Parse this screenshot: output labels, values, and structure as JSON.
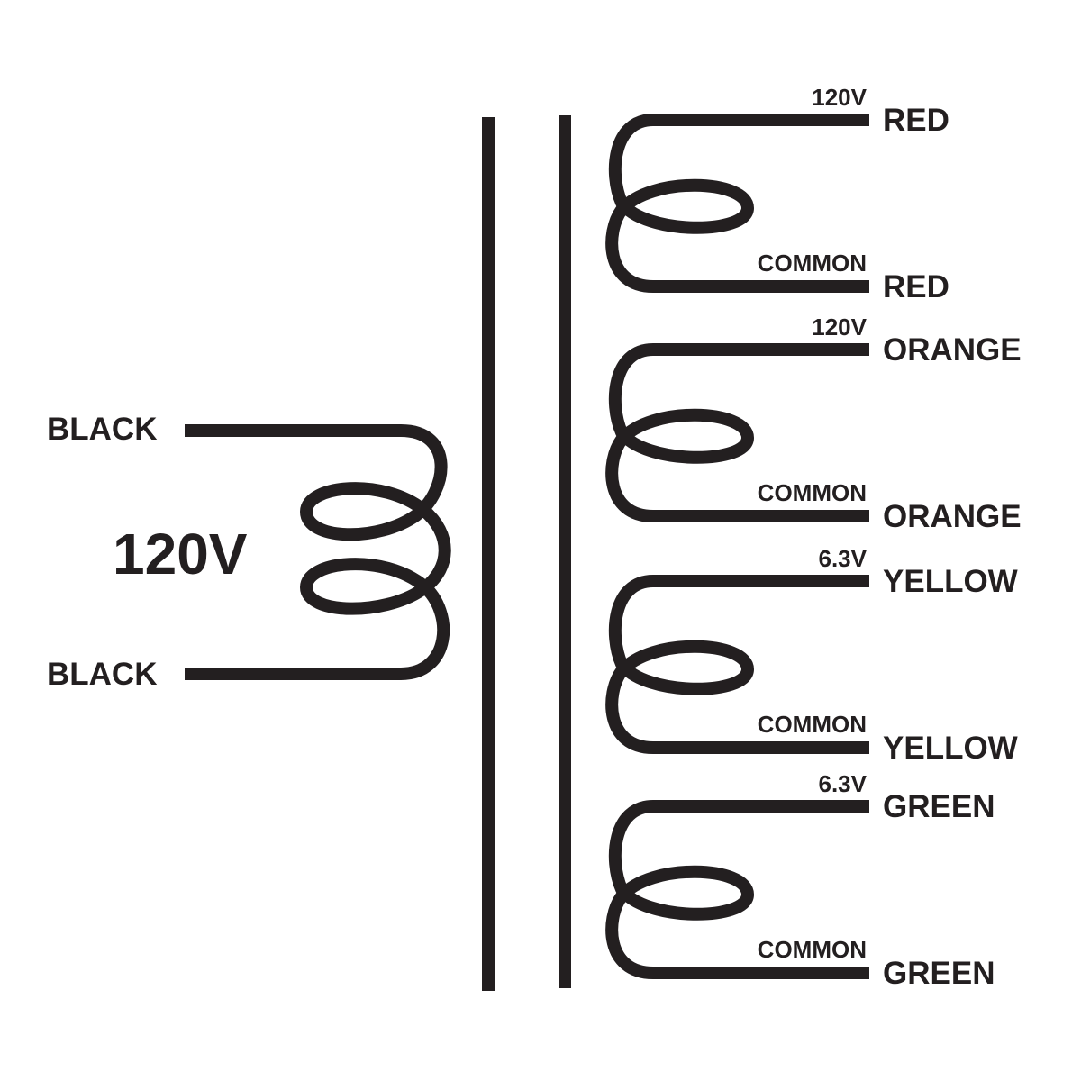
{
  "primary": {
    "voltage": "120V",
    "top_lead": "BLACK",
    "bottom_lead": "BLACK"
  },
  "secondaries": [
    {
      "voltage": "120V",
      "common": "COMMON",
      "top_lead": "RED",
      "bottom_lead": "RED"
    },
    {
      "voltage": "120V",
      "common": "COMMON",
      "top_lead": "ORANGE",
      "bottom_lead": "ORANGE"
    },
    {
      "voltage": "6.3V",
      "common": "COMMON",
      "top_lead": "YELLOW",
      "bottom_lead": "YELLOW"
    },
    {
      "voltage": "6.3V",
      "common": "COMMON",
      "top_lead": "GREEN",
      "bottom_lead": "GREEN"
    }
  ],
  "colors": {
    "ink": "#231f20",
    "background": "#ffffff"
  }
}
